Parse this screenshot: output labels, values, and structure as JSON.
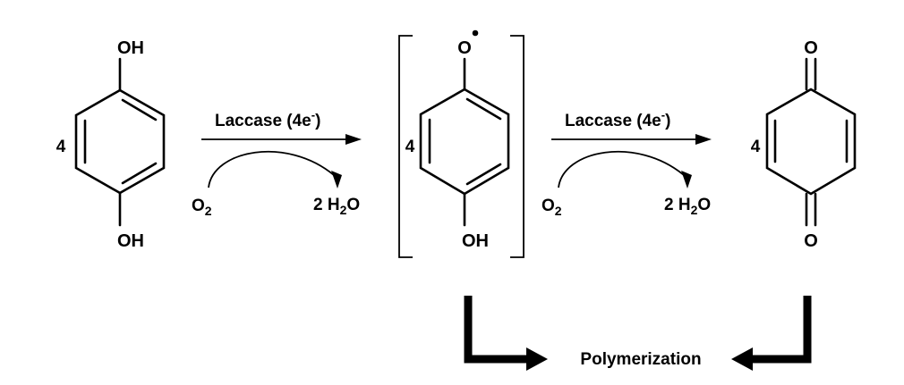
{
  "hydroquinone": {
    "coef": "4",
    "top": "OH",
    "bottom": "OH"
  },
  "step1": {
    "enzyme": "Laccase (4e",
    "charge": "-",
    "close": ")",
    "reactant": "O",
    "reactant_sub": "2",
    "product_coef": "2 H",
    "product_sub": "2",
    "product_tail": "O"
  },
  "radical": {
    "coef": "4",
    "top": "O",
    "bottom": "OH"
  },
  "step2": {
    "enzyme": "Laccase (4e",
    "charge": "-",
    "close": ")",
    "reactant": "O",
    "reactant_sub": "2",
    "product_coef": "2 H",
    "product_sub": "2",
    "product_tail": "O"
  },
  "quinone": {
    "coef": "4",
    "top": "O",
    "bottom": "O"
  },
  "outcome": {
    "label": "Polymerization"
  }
}
